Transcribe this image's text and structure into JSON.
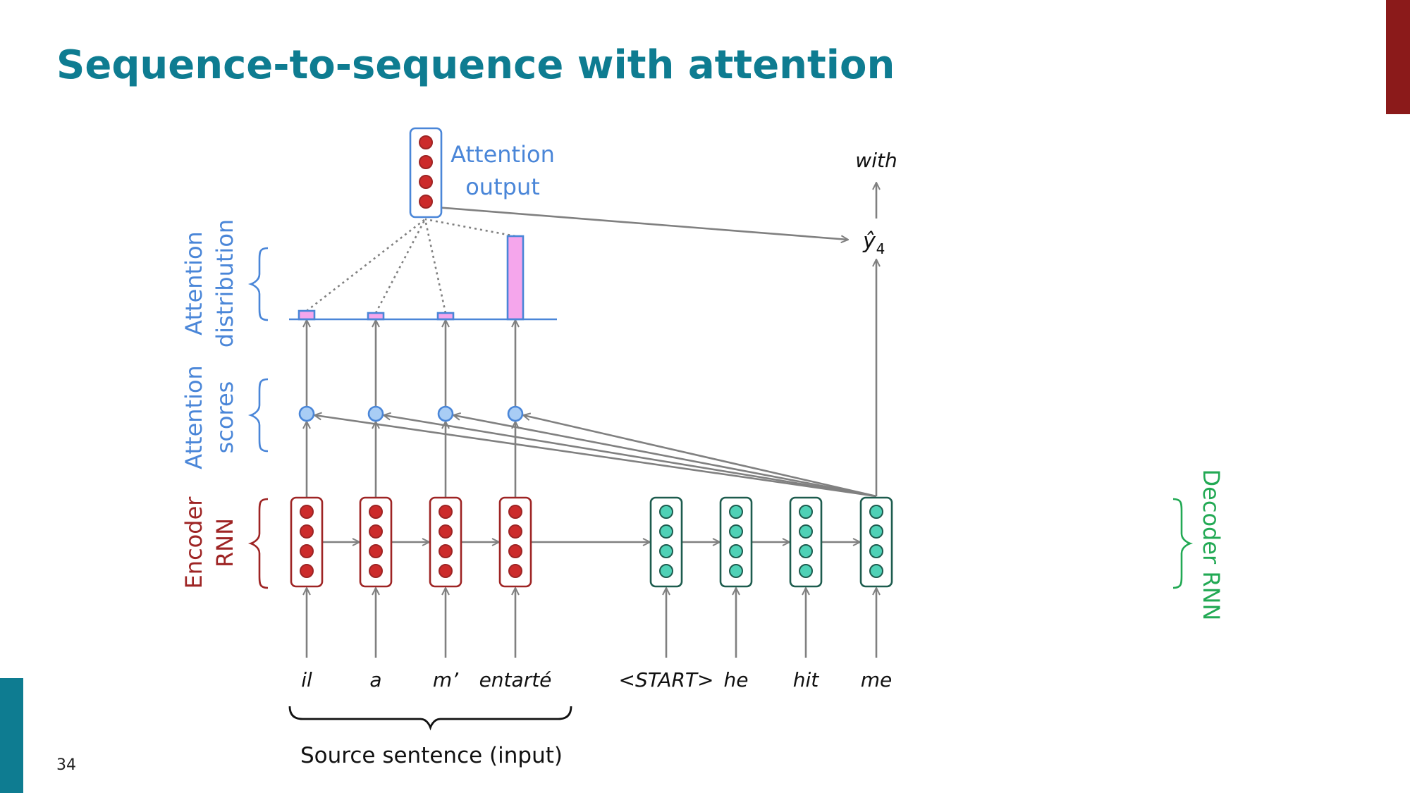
{
  "slide": {
    "title": "Sequence-to-sequence with attention",
    "page_number": "34"
  },
  "diagram": {
    "labels": {
      "attention_output": [
        "Attention",
        "output"
      ],
      "attention_distribution": [
        "Attention",
        "distribution"
      ],
      "attention_scores": [
        "Attention",
        "scores"
      ],
      "encoder_rnn": [
        "Encoder",
        "RNN"
      ],
      "decoder_rnn": "Decoder RNN",
      "source_sentence": "Source sentence (input)",
      "output_word": "with",
      "prediction": "ŷ",
      "prediction_subscript": "4"
    },
    "source_words": [
      "il",
      "a",
      "m’",
      "entarté"
    ],
    "decoder_words": [
      "<START>",
      "he",
      "hit",
      "me"
    ],
    "attention_distribution": [
      0.08,
      0.06,
      0.06,
      0.8
    ]
  },
  "colors": {
    "title": "#0e7c91",
    "accent_red": "#8b1a1a",
    "accent_teal": "#0e7c91",
    "encoder": "#9e2424",
    "encoder_dot": "#cc2b2b",
    "decoder": "#1d5c4e",
    "decoder_dot": "#4fd1b6",
    "attention_blue": "#4a86d8",
    "score_fill": "#a9cdf5",
    "dist_bar": "#f5a6ec",
    "decoder_label": "#22a954"
  }
}
